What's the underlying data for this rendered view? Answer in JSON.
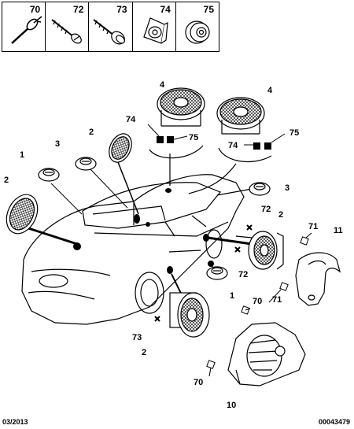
{
  "legend": {
    "items": [
      {
        "ref": "70",
        "icon": "rivet-icon"
      },
      {
        "ref": "72",
        "icon": "screw-icon"
      },
      {
        "ref": "73",
        "icon": "flanged-screw-icon"
      },
      {
        "ref": "74",
        "icon": "mounting-clip-icon"
      },
      {
        "ref": "75",
        "icon": "grommet-icon"
      }
    ]
  },
  "callouts": {
    "tweeter_grille_left": "4",
    "tweeter_grille_right": "4",
    "clip_74_left": "74",
    "clip_75_left": "75",
    "clip_74_right": "74",
    "clip_75_right": "75",
    "grille_front_door": "2",
    "grille_front_left": "2",
    "tweeter_dash": "3",
    "tweeter_front": "1",
    "tweeter_rear_right": "3",
    "screw_72_upper": "72",
    "speaker_rear_door": "2",
    "bracket_71": "71",
    "panel_11": "11",
    "screw_72_lower": "72",
    "tweeter_door_lower": "1",
    "rivet_70_mid": "70",
    "rivet_71_mid": "71",
    "screw_73": "73",
    "speaker_front_door": "2",
    "rivet_70_lower": "70",
    "enclosure_10": "10"
  },
  "footer": {
    "date": "03/2013",
    "code": "00043479"
  }
}
